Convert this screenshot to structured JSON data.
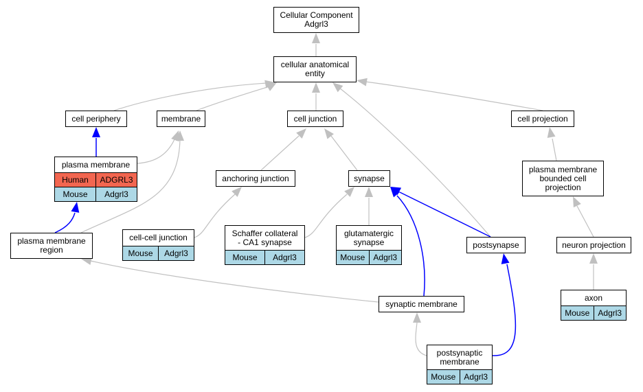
{
  "diagram": {
    "colors": {
      "inferred_edge": "#c0c0c0",
      "direct_edge": "#0000ff",
      "human_row": "#f26650",
      "mouse_row": "#add8e6"
    },
    "nodes": {
      "root": {
        "lines": [
          "Cellular Component",
          "Adgrl3"
        ]
      },
      "cae": {
        "lines": [
          "cellular anatomical",
          "entity"
        ]
      },
      "cell_periphery": {
        "lines": [
          "cell periphery"
        ]
      },
      "membrane": {
        "lines": [
          "membrane"
        ]
      },
      "cell_junction": {
        "lines": [
          "cell junction"
        ]
      },
      "cell_projection": {
        "lines": [
          "cell projection"
        ]
      },
      "plasma_membrane": {
        "lines": [
          "plasma membrane"
        ],
        "rows": [
          {
            "species": "Human",
            "gene": "ADGRL3"
          },
          {
            "species": "Mouse",
            "gene": "Adgrl3"
          }
        ]
      },
      "anchoring_junction": {
        "lines": [
          "anchoring junction"
        ]
      },
      "synapse": {
        "lines": [
          "synapse"
        ]
      },
      "pm_bounded_cell_projection": {
        "lines": [
          "plasma membrane",
          "bounded cell",
          "projection"
        ]
      },
      "pm_region": {
        "lines": [
          "plasma membrane",
          "region"
        ]
      },
      "cell_cell_junction": {
        "lines": [
          "cell-cell junction"
        ],
        "rows": [
          {
            "species": "Mouse",
            "gene": "Adgrl3"
          }
        ]
      },
      "schaffer": {
        "lines": [
          "Schaffer collateral",
          "- CA1 synapse"
        ],
        "rows": [
          {
            "species": "Mouse",
            "gene": "Adgrl3"
          }
        ]
      },
      "glutamatergic": {
        "lines": [
          "glutamatergic",
          "synapse"
        ],
        "rows": [
          {
            "species": "Mouse",
            "gene": "Adgrl3"
          }
        ]
      },
      "postsynapse": {
        "lines": [
          "postsynapse"
        ]
      },
      "neuron_projection": {
        "lines": [
          "neuron projection"
        ]
      },
      "synaptic_membrane": {
        "lines": [
          "synaptic membrane"
        ]
      },
      "axon": {
        "lines": [
          "axon"
        ],
        "rows": [
          {
            "species": "Mouse",
            "gene": "Adgrl3"
          }
        ]
      },
      "postsynaptic_membrane": {
        "lines": [
          "postsynaptic",
          "membrane"
        ],
        "rows": [
          {
            "species": "Mouse",
            "gene": "Adgrl3"
          }
        ]
      }
    }
  }
}
